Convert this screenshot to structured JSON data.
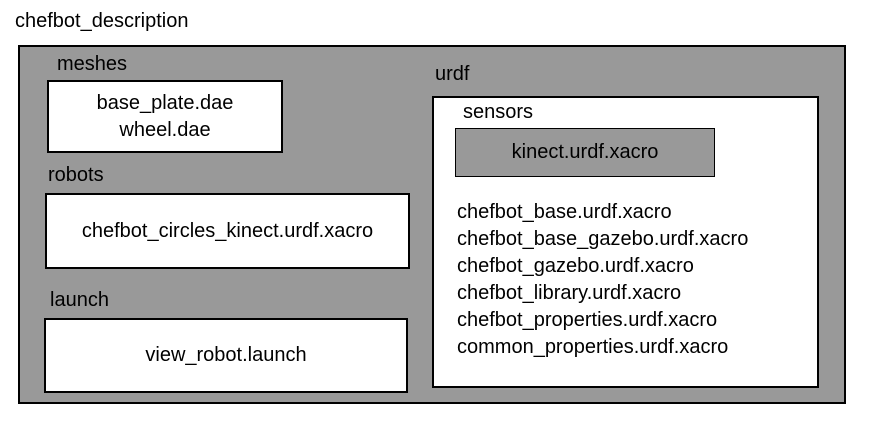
{
  "diagram": {
    "title": "chefbot_description",
    "colors": {
      "package_bg": "#999999",
      "file_box_bg": "#ffffff",
      "nested_file_bg": "#999999",
      "border": "#000000",
      "text": "#000000"
    },
    "folders": {
      "meshes": {
        "label": "meshes",
        "files": [
          "base_plate.dae",
          "wheel.dae"
        ]
      },
      "robots": {
        "label": "robots",
        "files": [
          "chefbot_circles_kinect.urdf.xacro"
        ]
      },
      "launch": {
        "label": "launch",
        "files": [
          "view_robot.launch"
        ]
      },
      "urdf": {
        "label": "urdf",
        "subfolders": {
          "sensors": {
            "label": "sensors",
            "files": [
              "kinect.urdf.xacro"
            ]
          }
        },
        "files": [
          "chefbot_base.urdf.xacro",
          "chefbot_base_gazebo.urdf.xacro",
          "chefbot_gazebo.urdf.xacro",
          "chefbot_library.urdf.xacro",
          "chefbot_properties.urdf.xacro",
          "common_properties.urdf.xacro"
        ]
      }
    }
  }
}
